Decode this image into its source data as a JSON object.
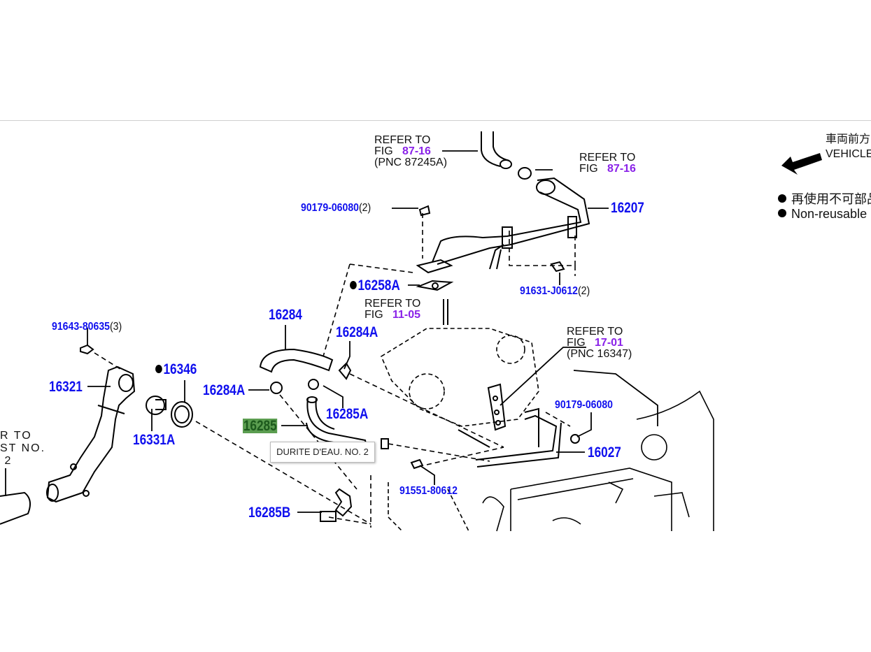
{
  "colors": {
    "part_number": "#1010ee",
    "figure_ref": "#8a22e8",
    "highlight": "#5b9d50"
  },
  "refs": [
    {
      "line1": "REFER TO",
      "fig_label": "FIG",
      "fig": "87-16",
      "pnc": "(PNC 87245A)"
    },
    {
      "line1": "REFER TO",
      "fig_label": "FIG",
      "fig": "87-16"
    },
    {
      "line1": "REFER TO",
      "fig_label": "FIG",
      "fig": "11-05"
    },
    {
      "line1": "REFER TO",
      "fig_label": "FIG",
      "fig": "17-01",
      "pnc": "(PNC 16347)"
    }
  ],
  "parts": {
    "p90179_top": "90179-06080",
    "p90179_top_qty": "(2)",
    "p16207": "16207",
    "p16258A": "16258A",
    "p91631": "91631-J0612",
    "p91631_qty": "(2)",
    "p16284": "16284",
    "p16284A_right": "16284A",
    "p16284A_left": "16284A",
    "p91643": "91643-80635",
    "p91643_qty": "(3)",
    "p16346": "16346",
    "p16321": "16321",
    "p90179_mid": "90179-06080",
    "p16285A": "16285A",
    "p16285": "16285",
    "p16331A": "16331A",
    "p16027": "16027",
    "p91551": "91551-80612",
    "p16285B": "16285B"
  },
  "left_cut_text": [
    "R  TO",
    "ST  NO.",
    "2"
  ],
  "legend": {
    "direction_jp": "車両前方",
    "direction_en": "VEHICLE",
    "nonreusable_jp": "再使用不可部品",
    "nonreusable_en": "Non-reusable"
  },
  "tooltip": "DURITE D'EAU. NO. 2"
}
